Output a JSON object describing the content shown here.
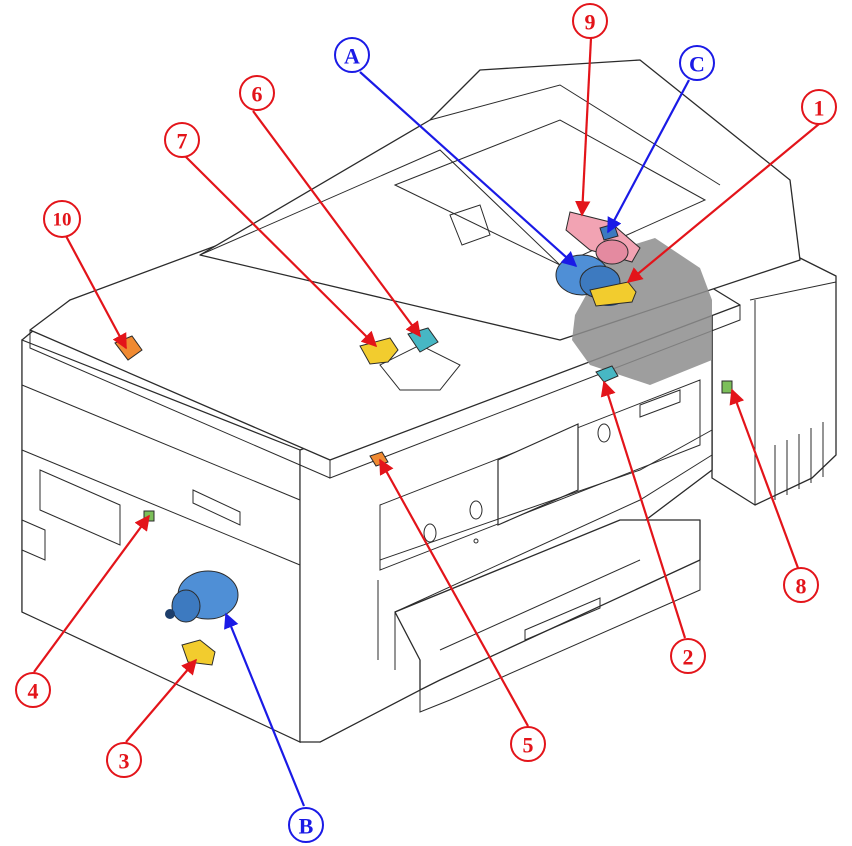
{
  "colors": {
    "red": "#e3141a",
    "blue": "#1a1ae6",
    "part_blue": "#4f8fd6",
    "part_pink": "#f2a3b3",
    "part_yellow": "#f2cc2e",
    "part_teal": "#47b7c4",
    "part_orange": "#f08a32",
    "part_green": "#7cbf5a",
    "part_gray": "#8d8d8d"
  },
  "callouts": [
    {
      "id": "c1",
      "label": "1",
      "color_key": "red"
    },
    {
      "id": "c2",
      "label": "2",
      "color_key": "red"
    },
    {
      "id": "c3",
      "label": "3",
      "color_key": "red"
    },
    {
      "id": "c4",
      "label": "4",
      "color_key": "red"
    },
    {
      "id": "c5",
      "label": "5",
      "color_key": "red"
    },
    {
      "id": "c6",
      "label": "6",
      "color_key": "red"
    },
    {
      "id": "c7",
      "label": "7",
      "color_key": "red"
    },
    {
      "id": "c8",
      "label": "8",
      "color_key": "red"
    },
    {
      "id": "c9",
      "label": "9",
      "color_key": "red"
    },
    {
      "id": "c10",
      "label": "10",
      "color_key": "red"
    },
    {
      "id": "cA",
      "label": "A",
      "color_key": "blue"
    },
    {
      "id": "cB",
      "label": "B",
      "color_key": "blue"
    },
    {
      "id": "cC",
      "label": "C",
      "color_key": "blue"
    }
  ]
}
